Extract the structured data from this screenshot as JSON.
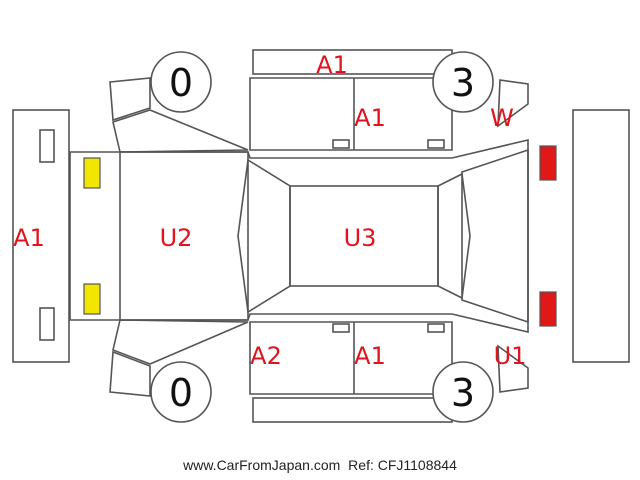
{
  "car_diagram": {
    "regions": {
      "top_panel": "A1",
      "front_left_door": "A1",
      "front_bumper": "A1",
      "front_floor": "U2",
      "roof": "U3",
      "rear_door_bottom": "A2",
      "front_door_bottom": "A1",
      "rear_top": "W",
      "rear_bottom": "U1"
    },
    "wheel_scores": {
      "front_top": "0",
      "rear_top": "3",
      "front_bottom": "0",
      "rear_bottom": "3"
    },
    "marker_colors": {
      "front": "#f2e600",
      "rear": "#e01818"
    }
  },
  "footer": {
    "site": "www.CarFromJapan.com",
    "ref": "Ref: CFJ1108844"
  }
}
